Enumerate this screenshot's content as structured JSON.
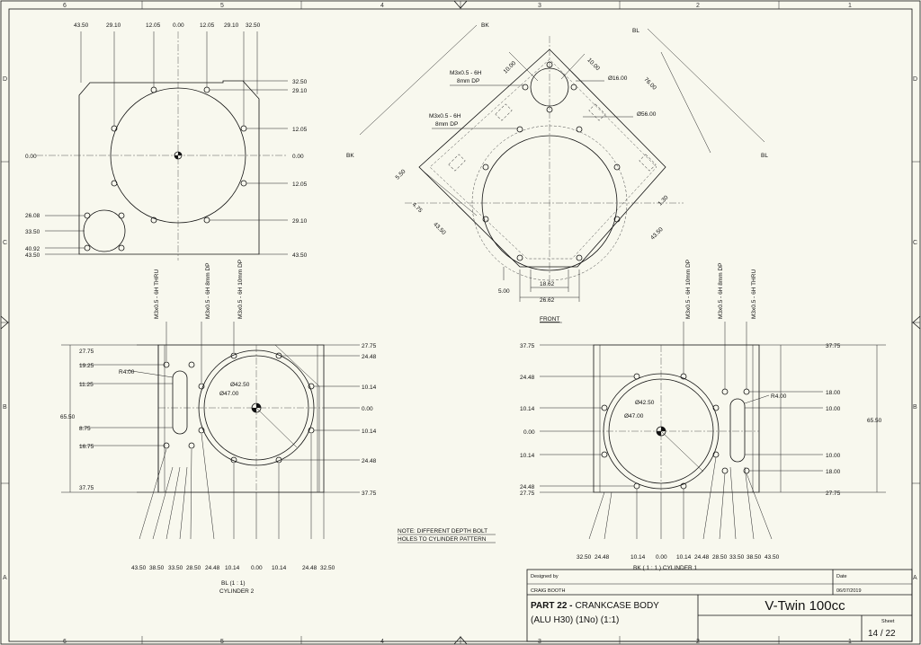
{
  "border": {
    "columns": [
      "6",
      "5",
      "4",
      "3",
      "2",
      "1"
    ],
    "rows": [
      "D",
      "C",
      "B",
      "A"
    ]
  },
  "top_left_view": {
    "top_dims": [
      "43.50",
      "29.10",
      "12.05",
      "0.00",
      "12.05",
      "29.10",
      "32.50"
    ],
    "right_dims": [
      "32.50",
      "29.10",
      "12.05",
      "0.00",
      "12.05",
      "29.10",
      "43.50"
    ],
    "left_dims": [
      "0.00",
      "26.08",
      "33.50",
      "40.92",
      "43.50"
    ]
  },
  "front_view": {
    "bk": "BK",
    "bl": "BL",
    "tap1_line1": "M3x0.5 - 6H",
    "tap1_line2": "8mm DP",
    "tap2_line1": "M3x0.5 - 6H",
    "tap2_line2": "8mm DP",
    "dia16": "Ø16.00",
    "dia56": "Ø56.00",
    "dims": [
      "10.00",
      "10.00",
      "76.00",
      "5.50",
      "4.75",
      "43.50",
      "1.30",
      "43.50",
      "18.62",
      "26.62",
      "5.00"
    ],
    "label": "FRONT"
  },
  "cyl2_view": {
    "vert_notes": [
      "M3x0.5 - 6H THRU",
      "M3x0.5 - 6H 8mm DP",
      "M3x0.5 - 6H 10mm DP"
    ],
    "left_dims": [
      "27.75",
      "19.25",
      "11.25",
      "65.50",
      "8.75",
      "16.75",
      "37.75"
    ],
    "right_dims": [
      "27.75",
      "24.48",
      "10.14",
      "0.00",
      "10.14",
      "24.48",
      "37.75"
    ],
    "r": "R4.00",
    "d1": "Ø42.50",
    "d2": "Ø47.00",
    "bottom_dims": [
      "43.50",
      "38.50",
      "33.50",
      "28.50",
      "24.48",
      "10.14",
      "0.00",
      "10.14",
      "24.48",
      "32.50"
    ],
    "label1": "BL (1 : 1)",
    "label2": "CYLINDER 2"
  },
  "cyl1_view": {
    "vert_notes": [
      "M3x0.5 - 6H 10mm DP",
      "M3x0.5 - 6H 8mm DP",
      "M3x0.5 - 6H THRU"
    ],
    "left_dims": [
      "37.75",
      "24.48",
      "10.14",
      "0.00",
      "10.14",
      "24.48",
      "27.75"
    ],
    "right_dims": [
      "37.75",
      "18.00",
      "10.00",
      "10.00",
      "18.00",
      "27.75",
      "65.50"
    ],
    "r": "R4.00",
    "d1": "Ø42.50",
    "d2": "Ø47.00",
    "bottom_dims": [
      "32.50",
      "24.48",
      "10.14",
      "0.00",
      "10.14",
      "24.48",
      "28.50",
      "33.50",
      "38.50",
      "43.50"
    ],
    "label": "BK ( 1 : 1 ) CYLINDER 1"
  },
  "note": {
    "line1": "NOTE: DIFFERENT DEPTH BOLT",
    "line2": "HOLES TO CYLINDER PATTERN"
  },
  "title_block": {
    "designed_by_label": "Designed by",
    "designer": "CRAIG BOOTH",
    "date_label": "Date",
    "date": "06/07/2019",
    "part_line1_bold": "PART 22 -",
    "part_line1_rest": "CRANKCASE BODY",
    "part_line2": "(ALU H30) (1No) (1:1)",
    "project": "V-Twin 100cc",
    "sheet_label": "Sheet",
    "sheet": "14 / 22"
  }
}
